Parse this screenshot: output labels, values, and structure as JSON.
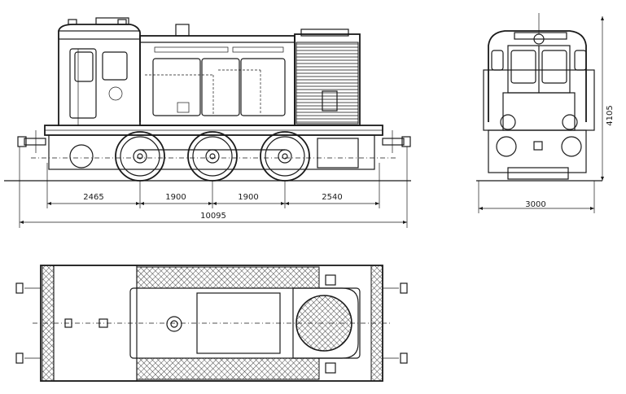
{
  "drawing": {
    "side_view": {
      "dimensions": {
        "front_overhang": "2465",
        "axle_spacing_1": "1900",
        "axle_spacing_2": "1900",
        "rear_overhang": "2540",
        "overall_length": "10095"
      }
    },
    "end_view": {
      "dimensions": {
        "height": "4105",
        "width": "3000"
      }
    }
  }
}
